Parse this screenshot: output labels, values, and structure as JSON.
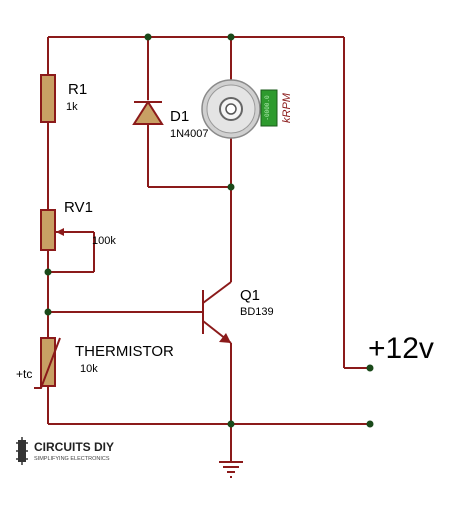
{
  "components": {
    "r1": {
      "name": "R1",
      "value": "1k"
    },
    "rv1": {
      "name": "RV1",
      "value": "100k"
    },
    "thermistor": {
      "name": "THERMISTOR",
      "value": "10k",
      "tag": "+tc"
    },
    "d1": {
      "name": "D1",
      "value": "1N4007"
    },
    "motor": {
      "meter_unit": "kRPM",
      "meter_reading": "-0000.0"
    },
    "q1": {
      "name": "Q1",
      "value": "BD139"
    }
  },
  "supply": {
    "label": "+12v"
  },
  "logo": {
    "title": "CIRCUITS DIY",
    "subtitle": "SIMPLIFYING ELECTRONICS"
  },
  "colors": {
    "wire": "#8b1a1a",
    "component_fill": "#c8a064",
    "node": "#1a4a1a",
    "meter": "#2e9a2e"
  }
}
